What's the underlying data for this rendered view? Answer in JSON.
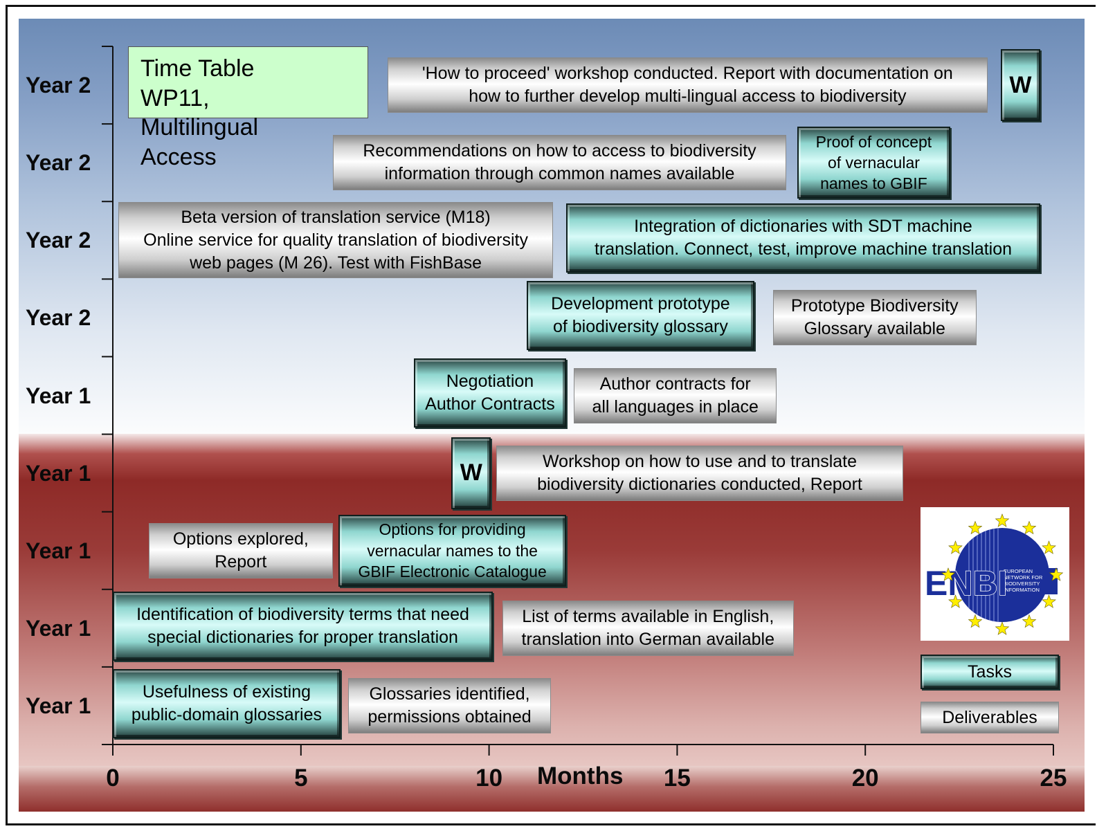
{
  "chart_data": {
    "type": "gantt",
    "title": "Time Table WP11, Multilingual Access",
    "xlabel": "Months",
    "xlim": [
      0,
      25
    ],
    "xticks": [
      0,
      5,
      10,
      15,
      20,
      25
    ],
    "row_labels": [
      "Year 1",
      "Year 1",
      "Year 1",
      "Year 1",
      "Year 1",
      "Year 2",
      "Year 2",
      "Year 2",
      "Year 2"
    ],
    "legend": {
      "tasks": "Tasks",
      "deliverables": "Deliverables",
      "placement": "bottom-right"
    },
    "items": [
      {
        "row": 0,
        "kind": "task",
        "start": 0,
        "end": 6.05,
        "text": "Usefulness of existing\npublic-domain glossaries"
      },
      {
        "row": 0,
        "kind": "deliverable",
        "start": 6.25,
        "end": 11.65,
        "text": "Glossaries identified,\npermissions obtained"
      },
      {
        "row": 1,
        "kind": "task",
        "start": 0,
        "end": 10.1,
        "text": "Identification of biodiversity terms that need\nspecial dictionaries for proper translation"
      },
      {
        "row": 1,
        "kind": "deliverable",
        "start": 10.35,
        "end": 18.1,
        "text": "List of terms available in English,\ntranslation into German available"
      },
      {
        "row": 2,
        "kind": "deliverable",
        "start": 0.95,
        "end": 5.85,
        "text": "Options explored,\nReport"
      },
      {
        "row": 2,
        "kind": "task",
        "start": 6.0,
        "end": 12.05,
        "text": "Options for providing\nvernacular names to the\nGBIF Electronic Catalogue"
      },
      {
        "row": 3,
        "kind": "task",
        "start": 9.0,
        "end": 10.05,
        "text": "W"
      },
      {
        "row": 3,
        "kind": "deliverable",
        "start": 10.2,
        "end": 21.0,
        "text": "Workshop on how to use and to translate\nbiodiversity dictionaries conducted, Report"
      },
      {
        "row": 4,
        "kind": "task",
        "start": 8.0,
        "end": 12.05,
        "text": "Negotiation\nAuthor Contracts"
      },
      {
        "row": 4,
        "kind": "deliverable",
        "start": 12.25,
        "end": 17.65,
        "text": "Author contracts for\nall languages in place"
      },
      {
        "row": 5,
        "kind": "task",
        "start": 11.0,
        "end": 17.05,
        "text": "Development prototype\nof biodiversity glossary"
      },
      {
        "row": 5,
        "kind": "deliverable",
        "start": 17.55,
        "end": 22.95,
        "text": "Prototype Biodiversity\nGlossary available"
      },
      {
        "row": 6,
        "kind": "deliverable",
        "start": 0.15,
        "end": 11.7,
        "text": "Beta version of translation service (M18)\nOnline service for quality translation of biodiversity\nweb pages (M 26). Test with FishBase"
      },
      {
        "row": 6,
        "kind": "task",
        "start": 12.05,
        "end": 24.65,
        "text": "Integration of dictionaries with SDT machine\ntranslation. Connect, test, improve machine translation"
      },
      {
        "row": 7,
        "kind": "deliverable",
        "start": 5.85,
        "end": 17.9,
        "text": "Recommendations on how to access to biodiversity\ninformation through common names available"
      },
      {
        "row": 7,
        "kind": "task",
        "start": 18.2,
        "end": 22.25,
        "text": "Proof of concept\nof vernacular\nnames to GBIF"
      },
      {
        "row": 8,
        "kind": "deliverable",
        "start": 7.3,
        "end": 23.25,
        "text": "'How to proceed' workshop conducted. Report with documentation on\nhow to further develop multi-lingual access to biodiversity"
      },
      {
        "row": 8,
        "kind": "task",
        "start": 23.6,
        "end": 24.65,
        "text": "W"
      }
    ]
  },
  "logo": {
    "text": "ENBI",
    "subtitle": "EUROPEAN NETWORK FOR BIODIVERSITY INFORMATION",
    "circle_color": "#1b2f9a",
    "star_color": "#ffee00"
  },
  "colors": {
    "task": "#b9f2ee",
    "deliverable": "#e6e6e6",
    "title_box": "#ccffcc",
    "year2_band": "#7b96bf",
    "year1_band": "#8e2a27"
  }
}
